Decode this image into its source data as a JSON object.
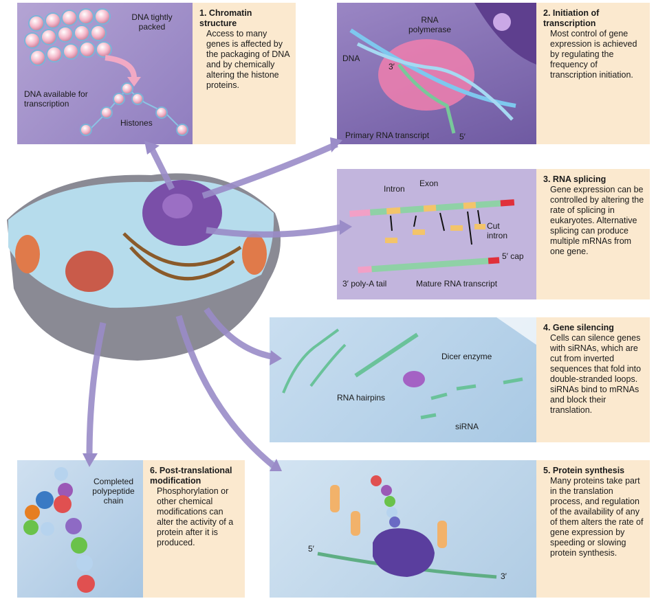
{
  "panels": {
    "chromatin": {
      "number": "1.",
      "title": "Chromatin structure",
      "body": "Access to many genes is affected by the packaging of DNA and by chemically altering the histone proteins.",
      "labels": {
        "dna_packed": "DNA tightly packed",
        "dna_available": "DNA available for transcription",
        "histones": "Histones"
      }
    },
    "initiation": {
      "number": "2.",
      "title": "Initiation of transcription",
      "body": "Most control of gene expression is achieved by regulating the frequency of transcription initiation.",
      "labels": {
        "rna_polymerase": "RNA polymerase",
        "dna": "DNA",
        "three_prime": "3′",
        "five_prime": "5′",
        "primary_transcript": "Primary RNA transcript"
      }
    },
    "splicing": {
      "number": "3.",
      "title": "RNA splicing",
      "body": "Gene expression can be controlled by altering the rate of splicing in eukaryotes. Alternative splicing can produce multiple mRNAs from one gene.",
      "labels": {
        "intron": "Intron",
        "exon": "Exon",
        "cut_intron": "Cut intron",
        "five_cap": "5′ cap",
        "polya_tail": "3′ poly-A tail",
        "mature_transcript": "Mature RNA transcript"
      }
    },
    "silencing": {
      "number": "4.",
      "title": "Gene silencing",
      "body": "Cells can silence genes with siRNAs, which are cut from inverted sequences that fold into double-stranded loops. siRNAs bind to mRNAs and block their translation.",
      "labels": {
        "dicer": "Dicer enzyme",
        "hairpins": "RNA hairpins",
        "sirna": "siRNA"
      }
    },
    "synthesis": {
      "number": "5.",
      "title": "Protein synthesis",
      "body": "Many proteins take part in the translation process, and regulation of the availability of any of them alters the rate of gene expression by speeding or slowing protein synthesis.",
      "labels": {
        "five_prime": "5′",
        "three_prime": "3′"
      }
    },
    "posttranslational": {
      "number": "6.",
      "title": "Post-translational modification",
      "body": "Phosphorylation or other chemical modifications can alter the activity of a protein after it is produced.",
      "labels": {
        "polypeptide": "Completed polypeptide chain"
      }
    }
  },
  "colors": {
    "purple_panel": "#a898c8",
    "blue_panel": "#b7d3e8",
    "text_panel": "#fbe9cf",
    "arrow": "#9a8cc8",
    "exon": "#8fd1a6",
    "intron": "#f3c46a",
    "cap": "#e0303a"
  }
}
